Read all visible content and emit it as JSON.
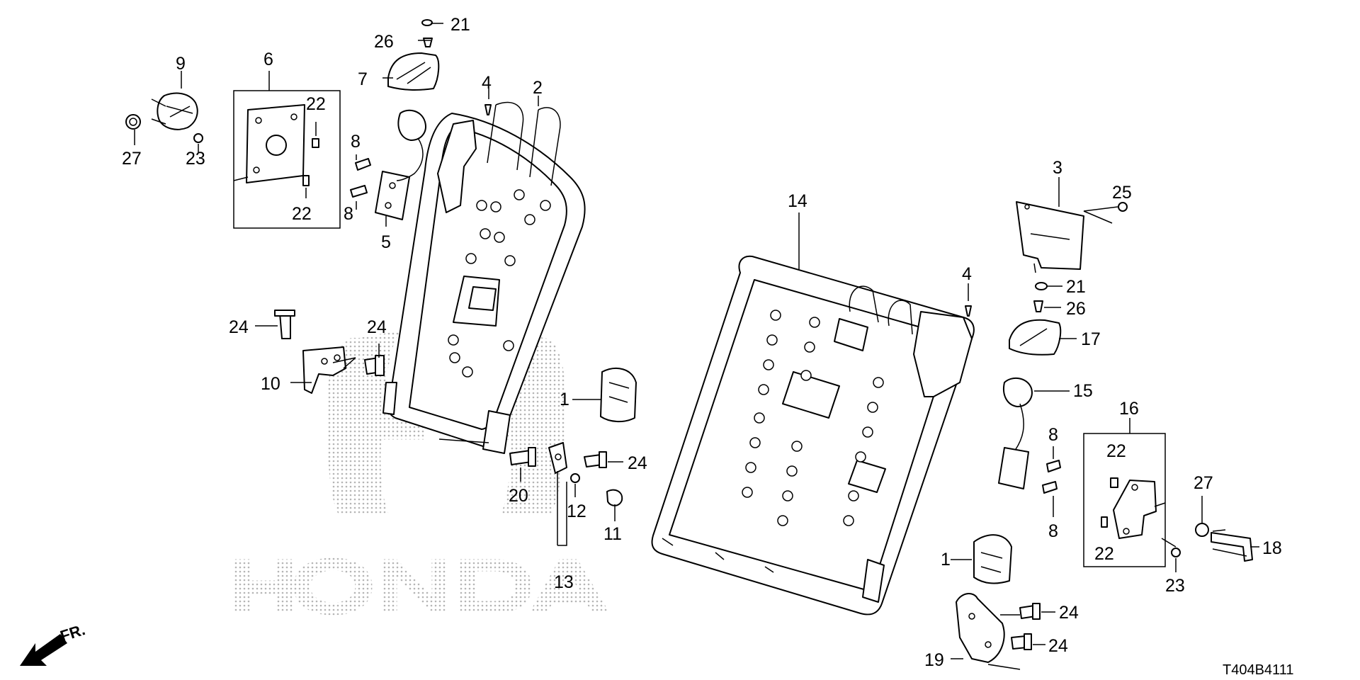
{
  "diagram": {
    "callouts": [
      "1",
      "2",
      "3",
      "4",
      "5",
      "6",
      "7",
      "8",
      "9",
      "10",
      "11",
      "12",
      "13",
      "14",
      "15",
      "16",
      "17",
      "18",
      "19",
      "20",
      "21",
      "22",
      "23",
      "24",
      "25",
      "26",
      "27"
    ],
    "front_indicator": "FR.",
    "diagram_code": "T404B4111",
    "watermark": "HONDA",
    "colors": {
      "line": "#000000",
      "background": "#ffffff",
      "watermark_dots": "#b5b5b5"
    }
  }
}
